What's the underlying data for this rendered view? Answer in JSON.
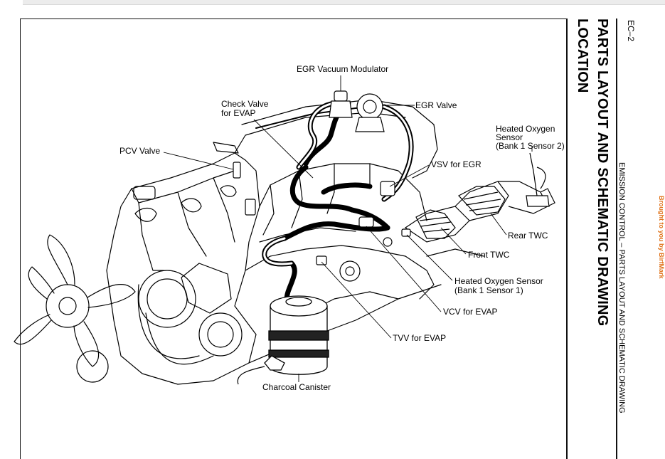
{
  "header": {
    "page_number": "EC–2",
    "title_line1": "PARTS LAYOUT AND SCHEMATIC DRAWING",
    "title_line2": "LOCATION",
    "section": "EMISSION CONTROL   –   PARTS LAYOUT AND SCHEMATIC DRAWING",
    "watermark": "Brought to you by BirfMark"
  },
  "labels": {
    "egr_vacuum_modulator": "EGR Vacuum Modulator",
    "check_valve_l1": "Check Valve",
    "check_valve_l2": "for EVAP",
    "egr_valve": "EGR Valve",
    "pcv_valve": "PCV Valve",
    "ho2_b1s2_l1": "Heated Oxygen",
    "ho2_b1s2_l2": "Sensor",
    "ho2_b1s2_l3": "(Bank 1 Sensor 2)",
    "vsv_egr": "VSV for EGR",
    "rear_twc": "Rear TWC",
    "front_twc": "Front TWC",
    "ho2_b1s1_l1": "Heated Oxygen Sensor",
    "ho2_b1s1_l2": "(Bank 1 Sensor 1)",
    "vcv_evap": "VCV for EVAP",
    "tvv_evap": "TVV for EVAP",
    "charcoal_canister": "Charcoal Canister"
  },
  "colors": {
    "watermark": "#e0731a",
    "ink": "#000000"
  }
}
